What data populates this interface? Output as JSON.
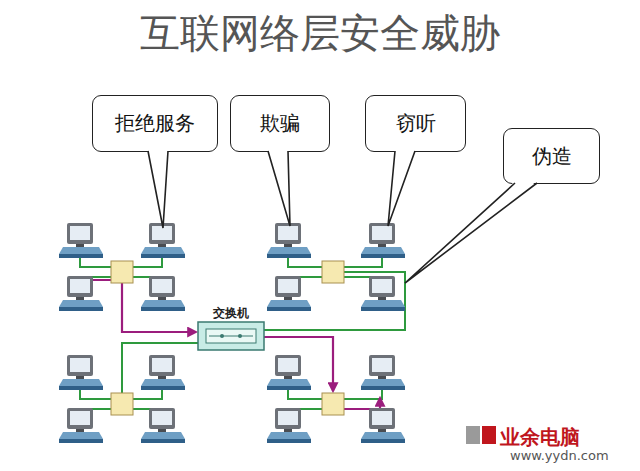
{
  "diagram": {
    "title": "互联网络层安全威胁",
    "nodes": [
      {
        "text": [
          "拒绝服务"
        ]
      },
      {
        "text": [
          "欺骗"
        ]
      },
      {
        "text": [
          "窃听"
        ]
      },
      {
        "text": [
          "伪造"
        ]
      },
      {
        "text": [
          "交换机"
        ]
      }
    ],
    "labels": [
      "业余电脑",
      "www.yydn.com"
    ]
  }
}
